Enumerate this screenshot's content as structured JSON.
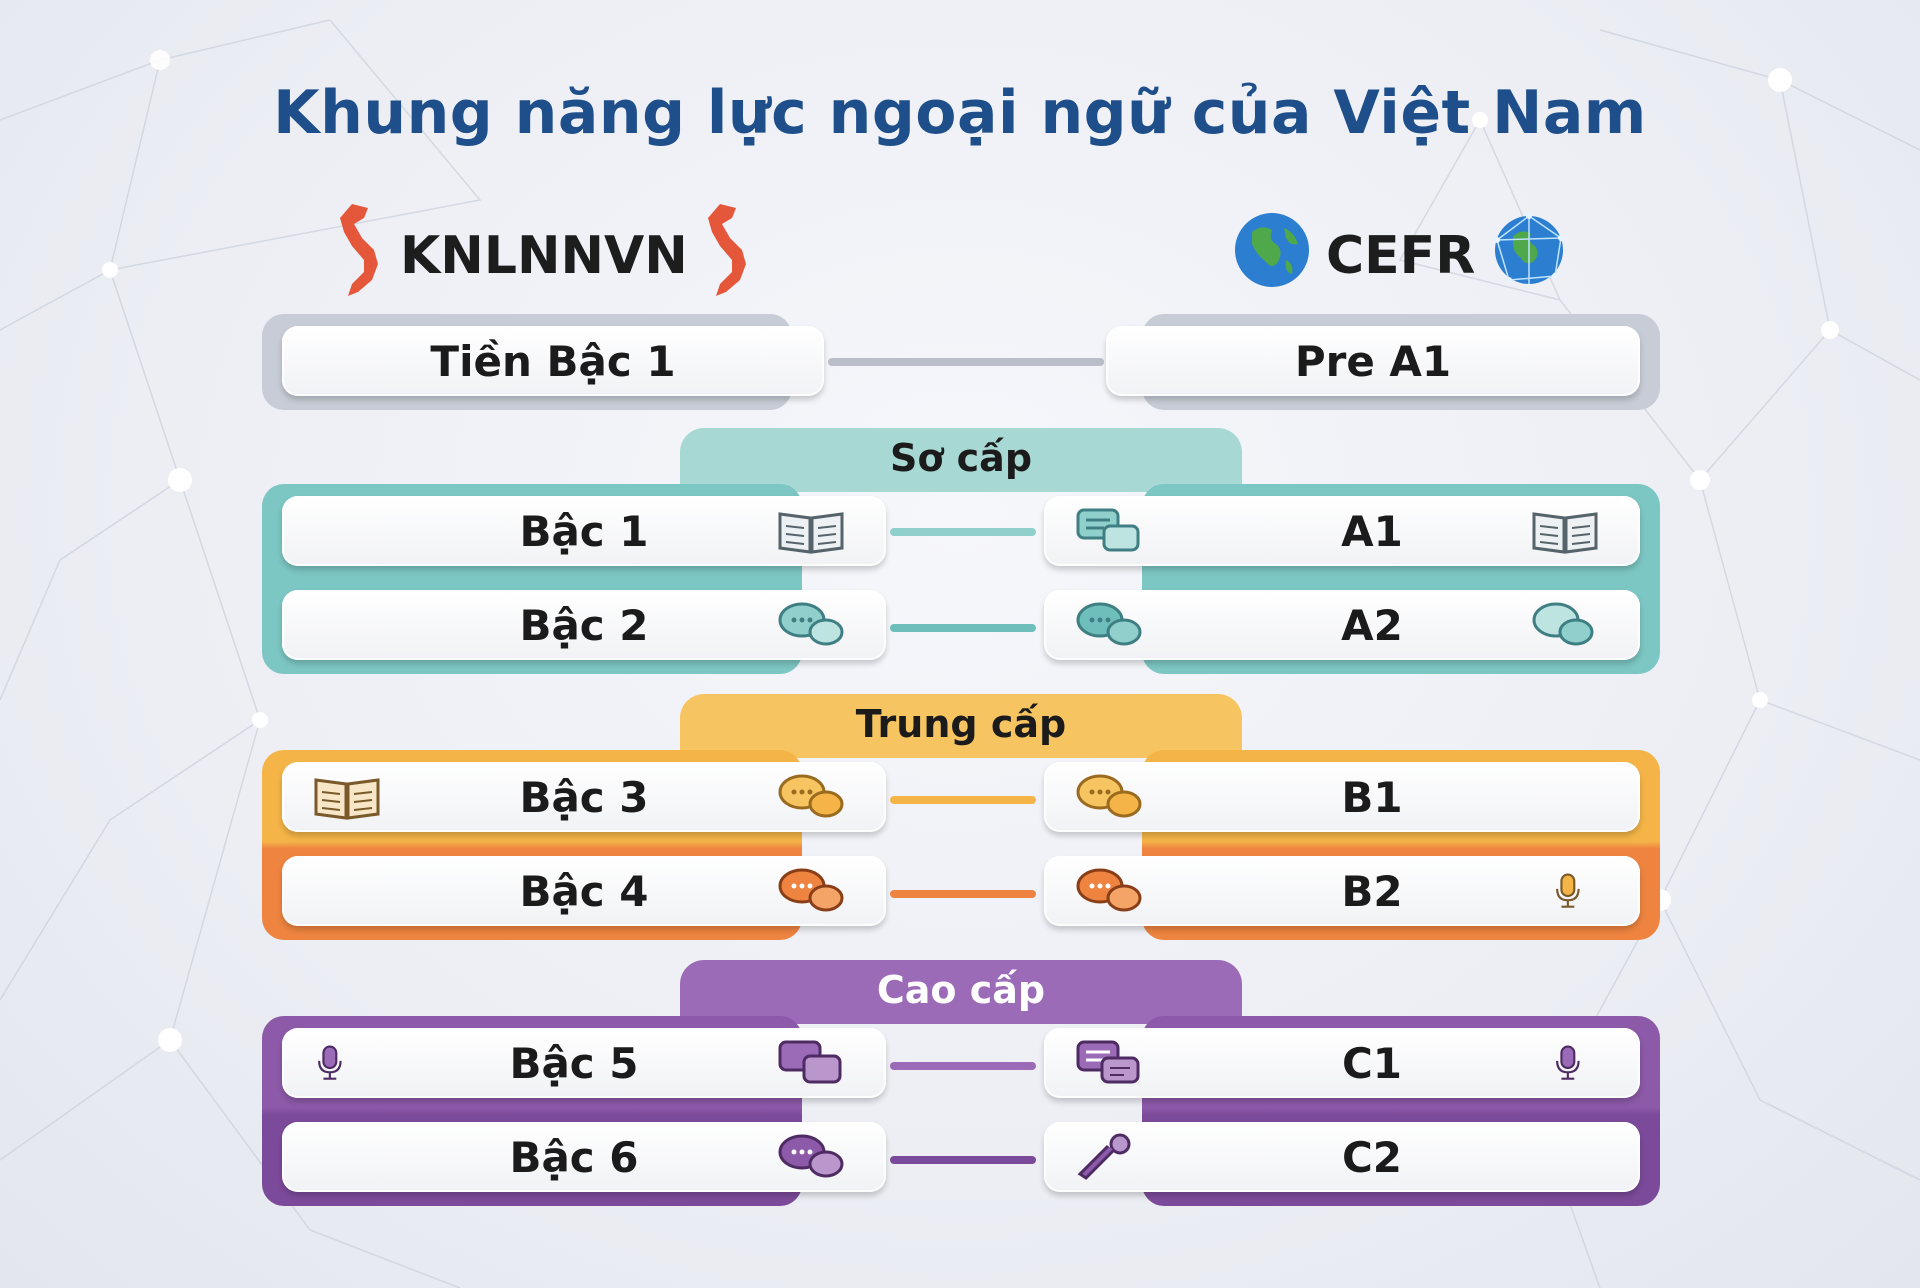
{
  "title": "Khung năng lực ngoại ngữ của Việt Nam",
  "left_header": "KNLNNVN",
  "right_header": "CEFR",
  "pre": {
    "left": "Tiền Bậc 1",
    "right": "Pre A1"
  },
  "groups": [
    {
      "name": "Sơ cấp",
      "color": "#7cc6c3",
      "light": "#a8dad6",
      "rows": [
        {
          "left": "Bậc 1",
          "right": "A1"
        },
        {
          "left": "Bậc 2",
          "right": "A2"
        }
      ]
    },
    {
      "name": "Trung cấp",
      "color": "#f2b04a",
      "light": "#f6c562",
      "rows": [
        {
          "left": "Bậc 3",
          "right": "B1"
        },
        {
          "left": "Bậc 4",
          "right": "B2"
        }
      ]
    },
    {
      "name": "Cao cấp",
      "color": "#8c5aa8",
      "light": "#9b6bb8",
      "rows": [
        {
          "left": "Bậc 5",
          "right": "C1"
        },
        {
          "left": "Bậc 6",
          "right": "C2"
        }
      ]
    }
  ],
  "colors": {
    "title": "#1f4f8a",
    "teal": "#6ebfbc",
    "orange": "#ee8440",
    "purple": "#7c4a9a",
    "grey": "#b9bec8"
  }
}
